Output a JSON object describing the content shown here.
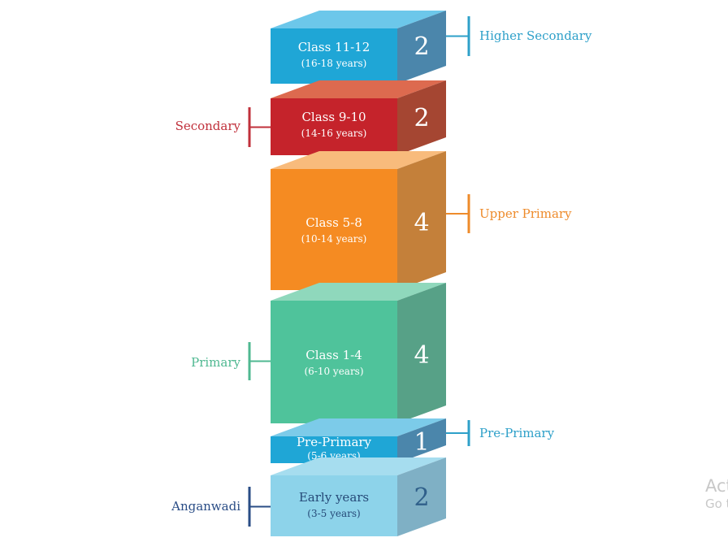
{
  "stages": [
    {
      "id": "higher-secondary",
      "title": "Class 11-12",
      "ages": "(16-18 years)",
      "years": "2",
      "stage_label": "Higher Secondary",
      "label_side": "right",
      "colors": {
        "front": "#1fa6d6",
        "top": "#6cc7ea",
        "side": "#4b86ab",
        "label": "#2ea0c9"
      }
    },
    {
      "id": "secondary",
      "title": "Class 9-10",
      "ages": "(14-16 years)",
      "years": "2",
      "stage_label": "Secondary",
      "label_side": "left",
      "colors": {
        "front": "#c5232b",
        "top": "#dd6a4f",
        "side": "#a54632",
        "label": "#c0303b"
      }
    },
    {
      "id": "upper-primary",
      "title": "Class 5-8",
      "ages": "(10-14 years)",
      "years": "4",
      "stage_label": "Upper Primary",
      "label_side": "right",
      "colors": {
        "front": "#f58b22",
        "top": "#f8bb7c",
        "side": "#c4803a",
        "label": "#ee8b2b"
      }
    },
    {
      "id": "primary",
      "title": "Class 1-4",
      "ages": "(6-10 years)",
      "years": "4",
      "stage_label": "Primary",
      "label_side": "left",
      "colors": {
        "front": "#4fc39b",
        "top": "#8fd8bc",
        "side": "#57a187",
        "label": "#4fb891"
      }
    },
    {
      "id": "pre-primary",
      "title": "Pre-Primary",
      "ages": "(5-6 years)",
      "years": "1",
      "stage_label": "Pre-Primary",
      "label_side": "right",
      "colors": {
        "front": "#1fa6d6",
        "top": "#7ccbe9",
        "side": "#4b86ab",
        "label": "#2ea0c9"
      }
    },
    {
      "id": "anganwadi",
      "title": "Early years",
      "ages": "(3-5 years)",
      "years": "2",
      "stage_label": "Anganwadi",
      "label_side": "left",
      "colors": {
        "front": "#8dd3ea",
        "top": "#a6ddef",
        "side": "#7fb0c5",
        "label": "#2a4d86"
      }
    }
  ],
  "watermark": {
    "line1": "Act",
    "line2": "Go t"
  }
}
